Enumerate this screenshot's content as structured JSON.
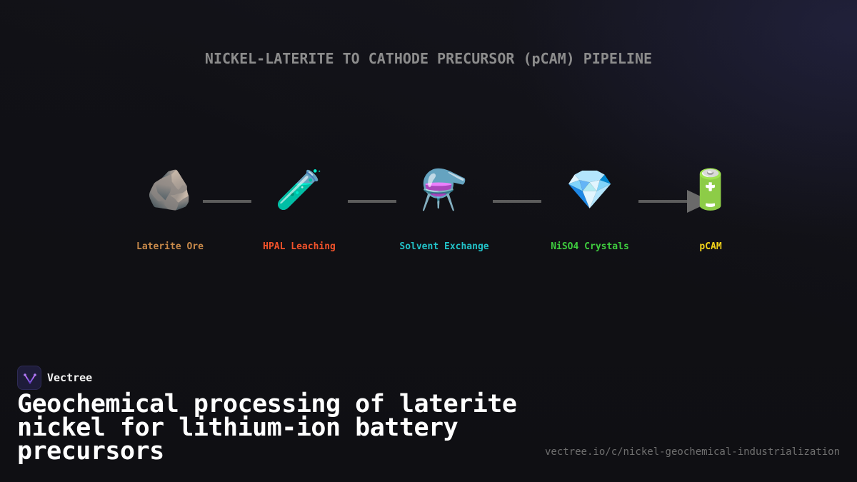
{
  "diagram": {
    "title": "NICKEL-LATERITE TO CATHODE PRECURSOR (pCAM) PIPELINE",
    "stages": [
      {
        "label": "Laterite Ore",
        "icon": "rock-icon",
        "glyph": "🪨",
        "color": "#c98a4a"
      },
      {
        "label": "HPAL Leaching",
        "icon": "test-tube-icon",
        "glyph": "🧪",
        "color": "#f0522a"
      },
      {
        "label": "Solvent Exchange",
        "icon": "flask-icon",
        "glyph": "⚗️",
        "color": "#22c3c9"
      },
      {
        "label": "NiSO4 Crystals",
        "icon": "gem-icon",
        "glyph": "💎",
        "color": "#3fce3f"
      },
      {
        "label": "pCAM",
        "icon": "battery-icon",
        "glyph": "🔋",
        "color": "#f2d21a"
      }
    ],
    "connector_color": "#5c5c5c"
  },
  "brand": {
    "name": "Vectree",
    "logo_icon": "vectree-logo-icon",
    "logo_color": "#7b4fd8"
  },
  "headline": "Geochemical processing of laterite nickel for lithium-ion battery precursors",
  "url": "vectree.io/c/nickel-geochemical-industrialization"
}
